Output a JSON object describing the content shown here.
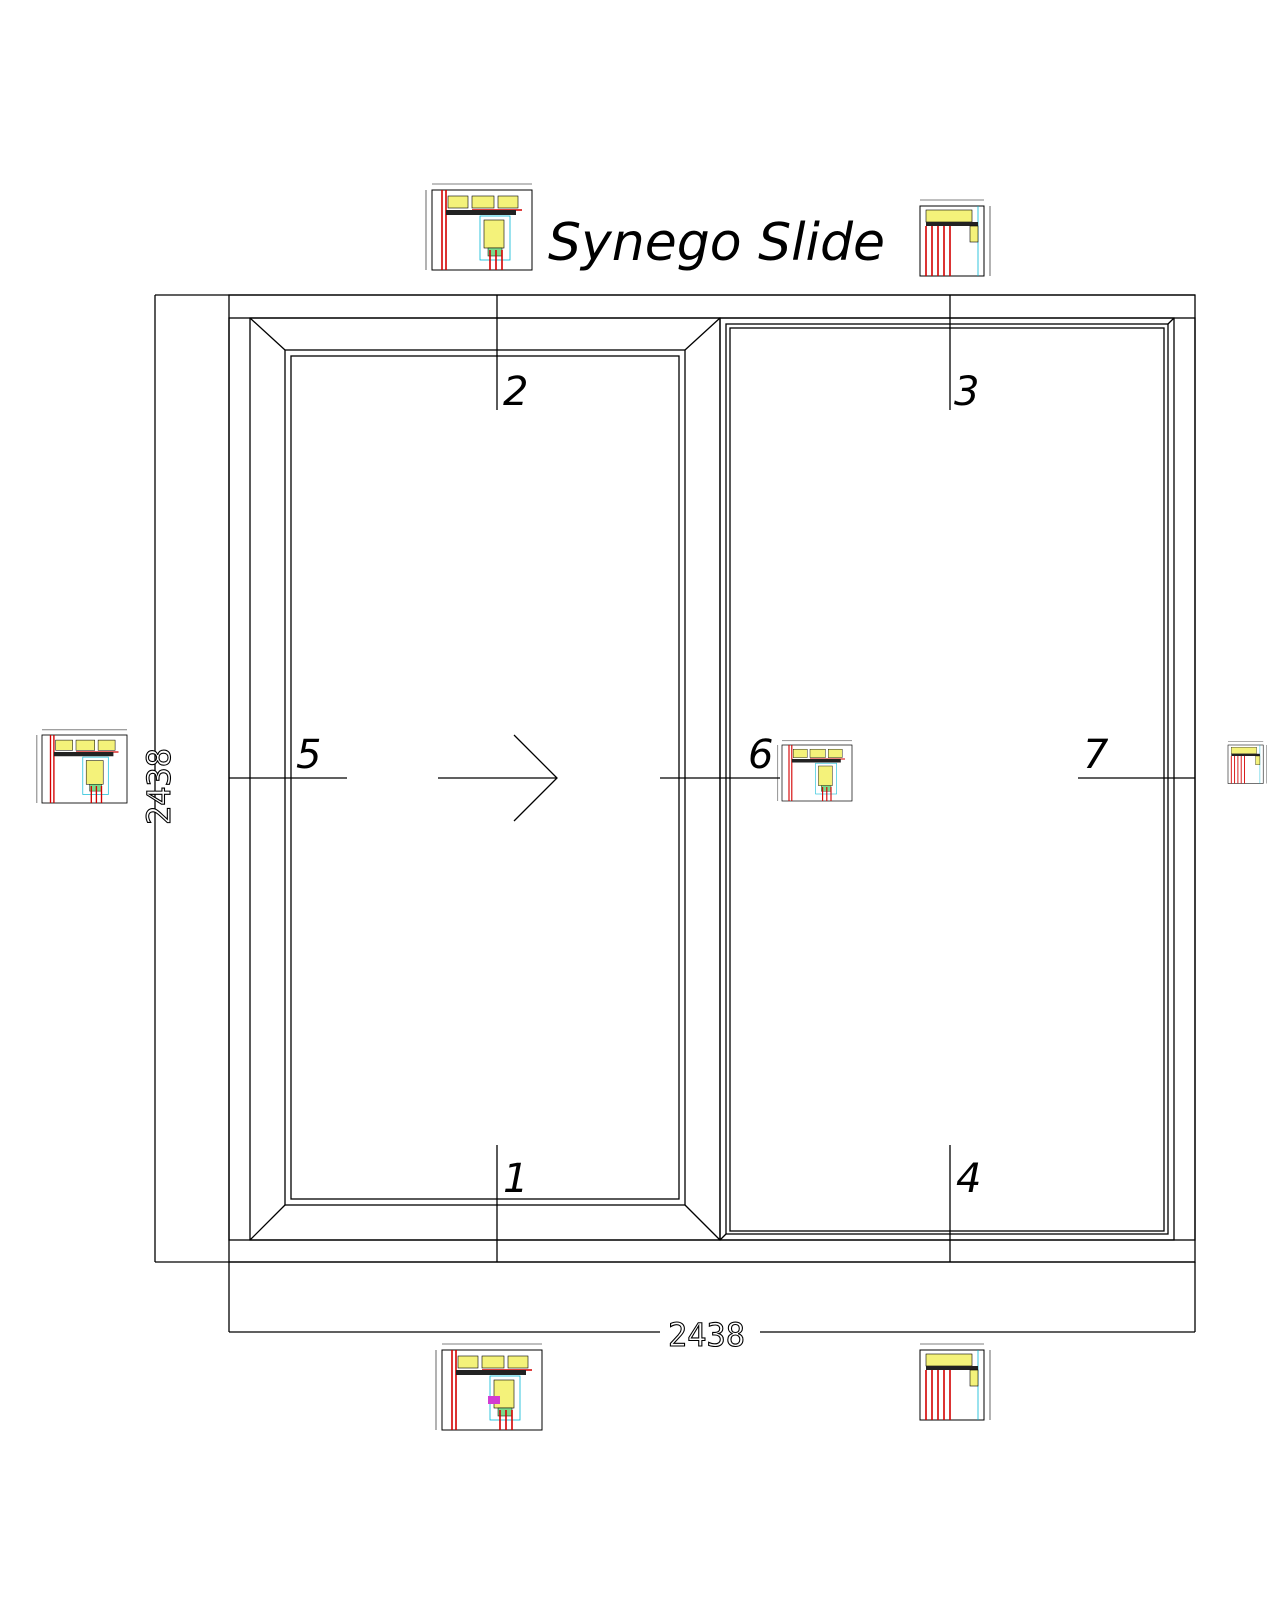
{
  "title": "Synego Slide",
  "dimensions": {
    "width": "2438",
    "height": "2438"
  },
  "sections": [
    {
      "id": "1",
      "label": "1"
    },
    {
      "id": "2",
      "label": "2"
    },
    {
      "id": "3",
      "label": "3"
    },
    {
      "id": "4",
      "label": "4"
    },
    {
      "id": "5",
      "label": "5"
    },
    {
      "id": "6",
      "label": "6"
    },
    {
      "id": "7",
      "label": "7"
    }
  ],
  "opening_direction": "right-arrow"
}
